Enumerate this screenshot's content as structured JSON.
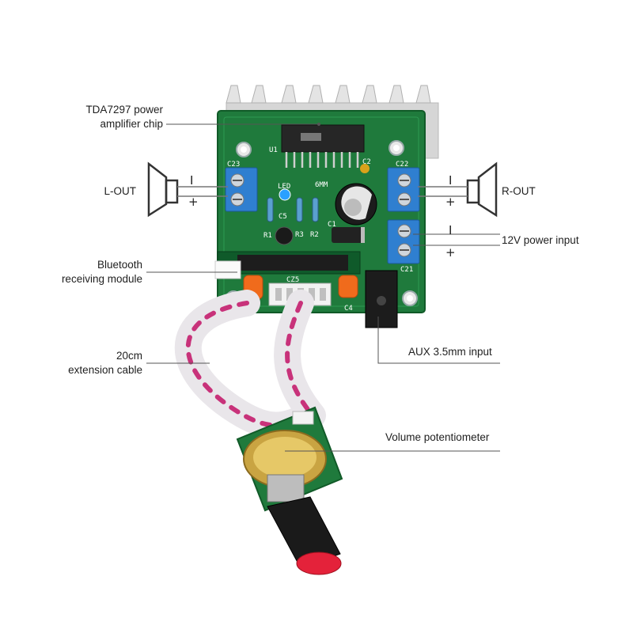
{
  "callouts": {
    "chip": [
      "TDA7297 power",
      "amplifier chip"
    ],
    "l_out": "L-OUT",
    "r_out": "R-OUT",
    "power_input": "12V power input",
    "bluetooth": [
      "Bluetooth",
      "receiving module"
    ],
    "cable": [
      "20cm",
      "extension cable"
    ],
    "aux": "AUX 3.5mm input",
    "volume": "Volume potentiometer"
  },
  "polarity": {
    "minus": "I",
    "plus": "+"
  },
  "silkscreen": {
    "u1": "U1",
    "c23": "C23",
    "c22": "C22",
    "c21": "C21",
    "c2": "C2",
    "c1": "C1",
    "c4": "C4",
    "c5": "C5",
    "r1": "R1",
    "r2": "R2",
    "r3": "R3",
    "led": "LED",
    "cz5": "CZ5",
    "brand": "6MM"
  },
  "colors": {
    "pcb": "#1f7a3c",
    "terminal": "#2f7fd0",
    "heatsink": "#d9d9d9",
    "cable_stripe": "#c8327a",
    "leader_line": "#555555"
  }
}
